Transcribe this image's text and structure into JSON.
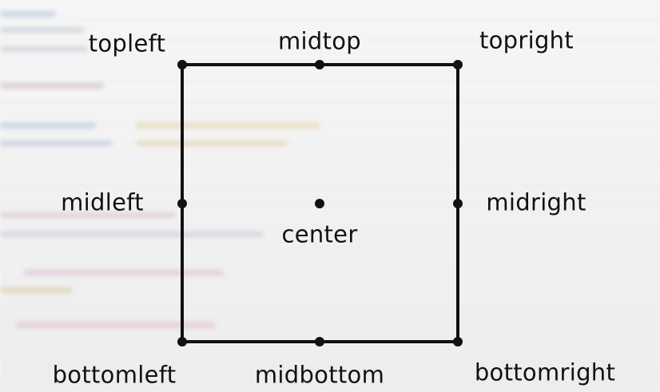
{
  "diagram": {
    "points": {
      "topleft": "topleft",
      "midtop": "midtop",
      "topright": "topright",
      "midleft": "midleft",
      "center": "center",
      "midright": "midright",
      "bottomleft": "bottomleft",
      "midbottom": "midbottom",
      "bottomright": "bottomright"
    }
  },
  "colors": {
    "stroke": "#111111",
    "label": "#111111",
    "background": "#f4f4f4"
  }
}
